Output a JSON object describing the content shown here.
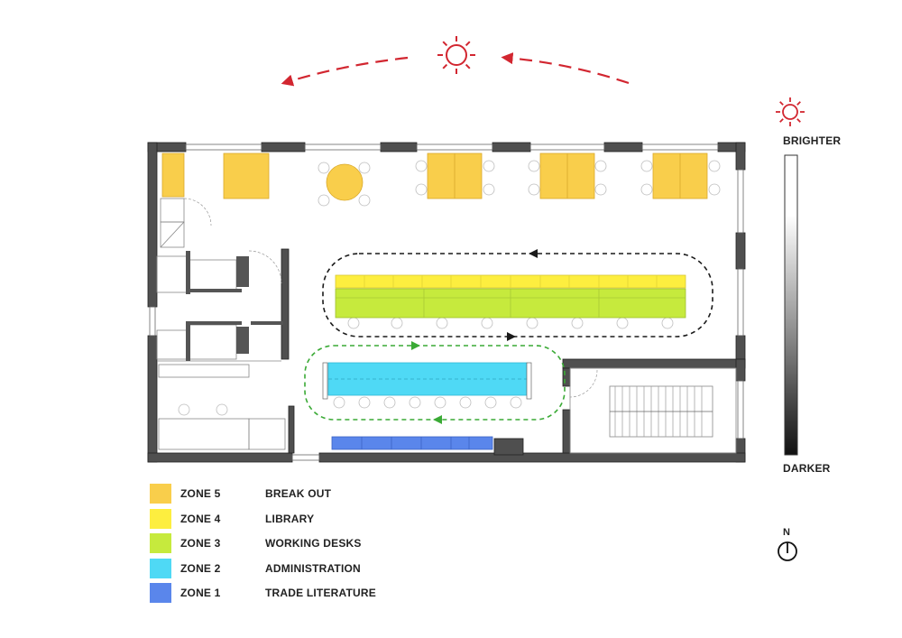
{
  "legend": [
    {
      "zone": "ZONE 5",
      "label": "BREAK OUT",
      "color": "#F9CE4B"
    },
    {
      "zone": "ZONE 4",
      "label": "LIBRARY",
      "color": "#FDEE3F"
    },
    {
      "zone": "ZONE 3",
      "label": "WORKING DESKS",
      "color": "#C6EA3D"
    },
    {
      "zone": "ZONE 2",
      "label": "ADMINISTRATION",
      "color": "#4FD9F5"
    },
    {
      "zone": "ZONE 1",
      "label": "TRADE LITERATURE",
      "color": "#5A86EB"
    }
  ],
  "light_scale": {
    "top_label": "BRIGHTER",
    "bottom_label": "DARKER"
  },
  "compass": {
    "label": "N"
  },
  "colors": {
    "sun": "#D22630",
    "wall": "#4a4a4a",
    "circulation_black": "#1a1a1a",
    "circulation_green": "#3AAA35"
  }
}
